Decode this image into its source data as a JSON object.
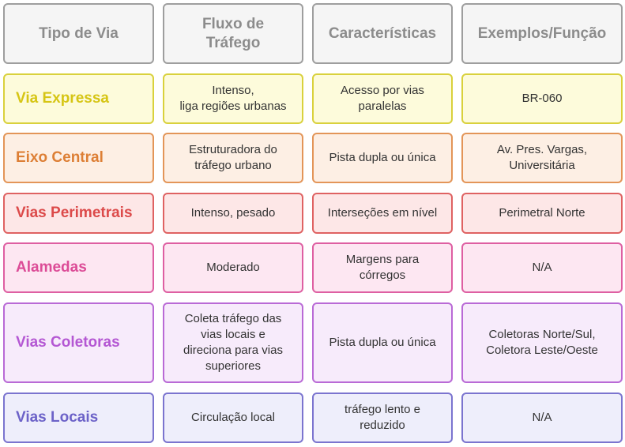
{
  "headers": [
    "Tipo de Via",
    "Fluxo de\nTráfego",
    "Características",
    "Exemplos/Função"
  ],
  "rows": [
    {
      "type": "Via Expressa",
      "flow": "Intenso,\nliga regiões urbanas",
      "characteristics": "Acesso  por vias\nparalelas",
      "examples": "BR-060",
      "colors": {
        "bg": "#fdfbdb",
        "border": "#d9d13c",
        "label": "#d6c514"
      }
    },
    {
      "type": "Eixo Central",
      "flow": "Estruturadora do\ntráfego urbano",
      "characteristics": "Pista dupla ou única",
      "examples": "Av. Pres. Vargas,\nUniversitária",
      "colors": {
        "bg": "#fdefe4",
        "border": "#e39558",
        "label": "#dd7f35"
      }
    },
    {
      "type": "Vias Perimetrais",
      "flow": "Intenso, pesado",
      "characteristics": "Interseções em nível",
      "examples": "Perimetral Norte",
      "colors": {
        "bg": "#fde7e7",
        "border": "#df6262",
        "label": "#dc4a4a"
      }
    },
    {
      "type": "Alamedas",
      "flow": "Moderado",
      "characteristics": "Margens para\ncórregos",
      "examples": "N/A",
      "colors": {
        "bg": "#fde7f2",
        "border": "#de5fa2",
        "label": "#dc4c97"
      }
    },
    {
      "type": "Vias Coletoras",
      "flow": "Coleta tráfego das\nvias locais e\ndireciona para vias\nsuperiores",
      "characteristics": "Pista dupla ou única",
      "examples": "Coletoras Norte/Sul,\nColetora Leste/Oeste",
      "colors": {
        "bg": "#f7ebfb",
        "border": "#b96ad6",
        "label": "#b457d3"
      }
    },
    {
      "type": "Vias Locais",
      "flow": "Circulação local",
      "characteristics": "tráfego lento e\nreduzido",
      "examples": "N/A",
      "colors": {
        "bg": "#eeeefb",
        "border": "#7b74cf",
        "label": "#6c62c8"
      }
    }
  ]
}
